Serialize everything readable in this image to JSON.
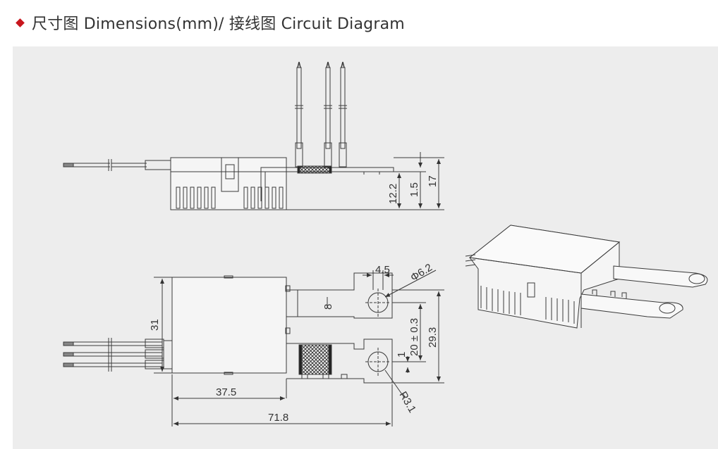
{
  "header": {
    "title": "尺寸图 Dimensions(mm)/ 接线图 Circuit Diagram",
    "bullet_color": "#c8161d"
  },
  "dimensions": {
    "height_12_2": "12.2",
    "height_1_5": "1.5",
    "height_17": "17",
    "width_31": "31",
    "length_37_5": "37.5",
    "length_71_8": "71.8",
    "hole_spacing_4_5": "4.5",
    "hole_diameter": "Φ6.2",
    "tab_thickness": "8",
    "hole_pitch": "20 ± 0.3",
    "tab_height": "29.3",
    "offset_1": "1",
    "corner_radius": "R3.1"
  },
  "colors": {
    "panel_bg": "#ededed",
    "line": "#3a3a3a",
    "title_text": "#333333"
  }
}
